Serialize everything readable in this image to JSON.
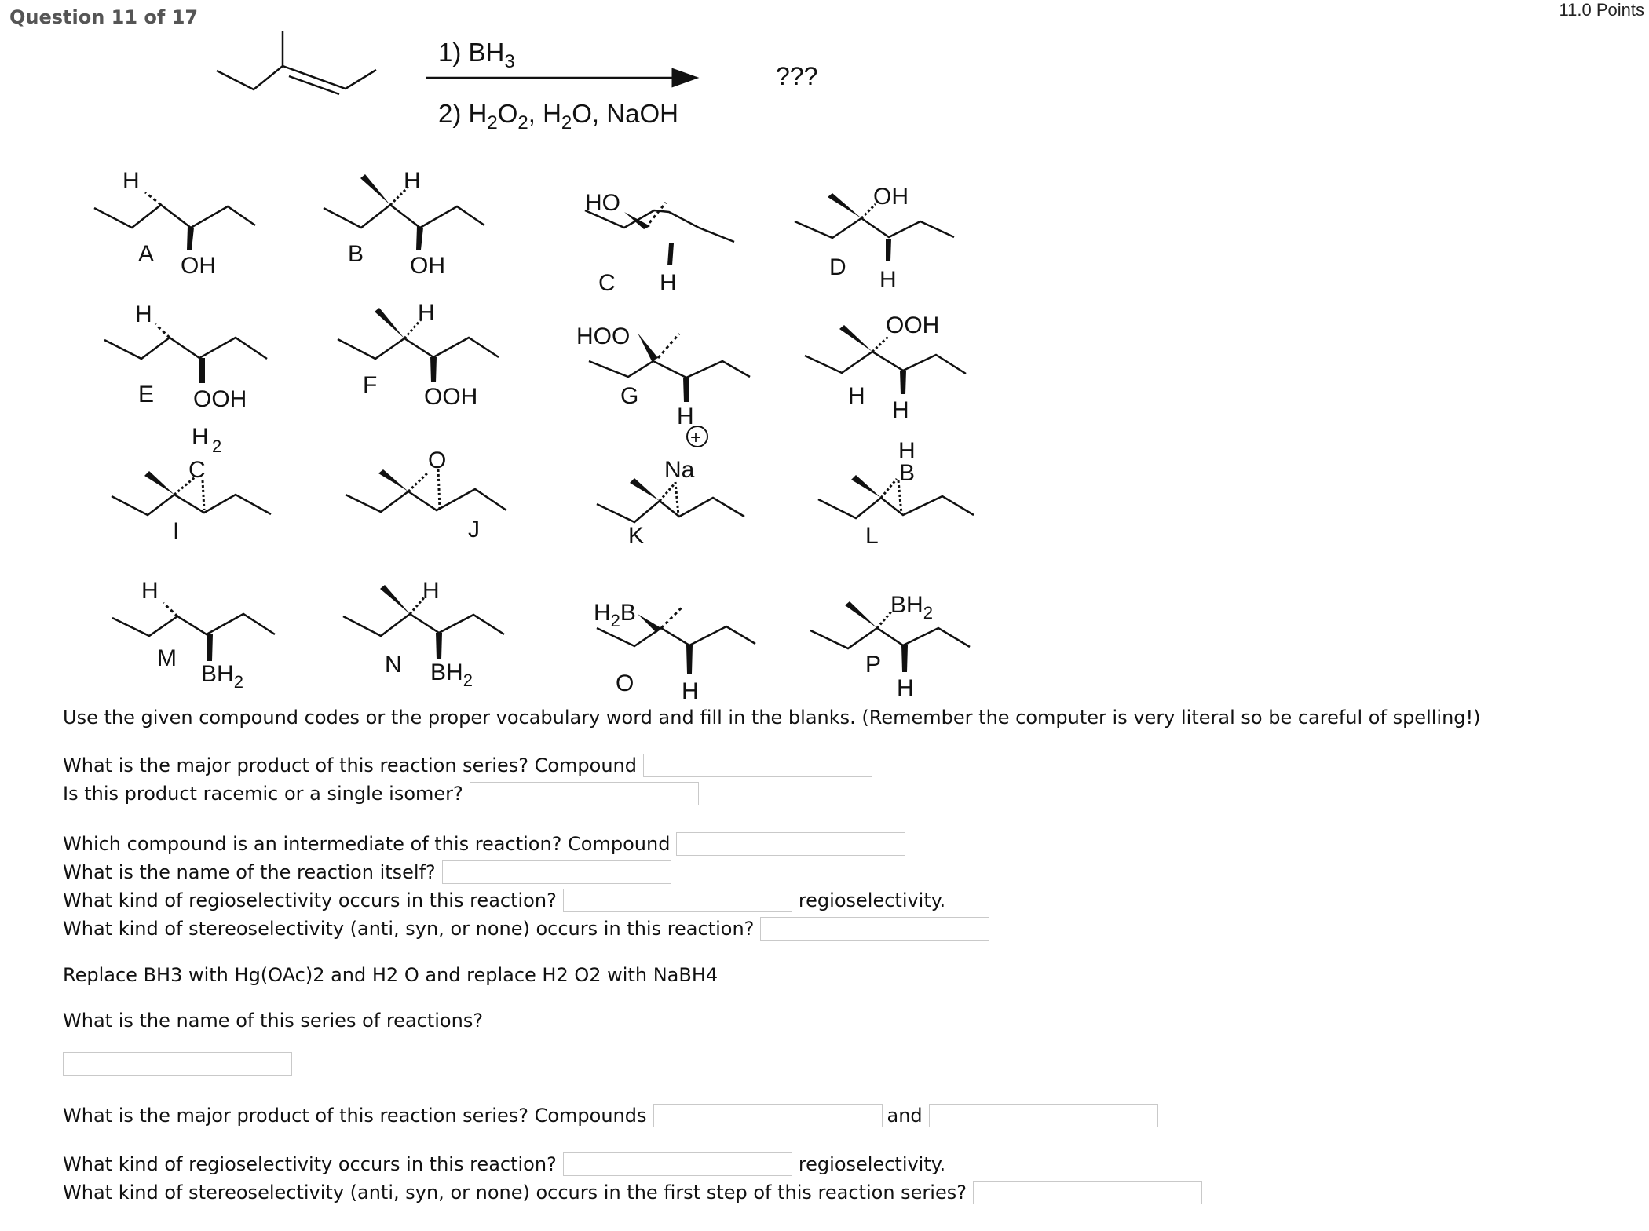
{
  "header": {
    "question": "Question 11 of 17",
    "points": "11.0 Points"
  },
  "reaction": {
    "step1": "1) BH",
    "step1_sub": "3",
    "step2": "2) H",
    "step2_parts": [
      "2",
      "O",
      "2",
      ", H",
      "2",
      "O, NaOH"
    ],
    "product": "???"
  },
  "compounds": [
    {
      "code": "A",
      "groups": [
        "H",
        "OH"
      ]
    },
    {
      "code": "B",
      "groups": [
        "H",
        "OH"
      ]
    },
    {
      "code": "C",
      "groups": [
        "HO",
        "H"
      ]
    },
    {
      "code": "D",
      "groups": [
        "OH",
        "H"
      ]
    },
    {
      "code": "E",
      "groups": [
        "H",
        "OOH"
      ]
    },
    {
      "code": "F",
      "groups": [
        "H",
        "OOH"
      ]
    },
    {
      "code": "G",
      "groups": [
        "HOO",
        "H"
      ]
    },
    {
      "code": "H",
      "groups": [
        "OOH",
        "H"
      ]
    },
    {
      "code": "I",
      "groups": [
        "H",
        "2",
        "C"
      ]
    },
    {
      "code": "J",
      "groups": [
        "O"
      ]
    },
    {
      "code": "K",
      "groups": [
        "Na",
        "+"
      ]
    },
    {
      "code": "L",
      "groups": [
        "H",
        "B"
      ]
    },
    {
      "code": "M",
      "groups": [
        "H",
        "BH",
        "2"
      ]
    },
    {
      "code": "N",
      "groups": [
        "H",
        "BH",
        "2"
      ]
    },
    {
      "code": "O",
      "groups": [
        "H",
        "2",
        "B",
        "H"
      ]
    },
    {
      "code": "P",
      "groups": [
        "BH",
        "2",
        "H"
      ]
    }
  ],
  "instructions": "Use the given compound codes or the proper vocabulary word and fill in the blanks.  (Remember the computer is very literal so be careful of spelling!)",
  "questions": {
    "q1": "What is the major product of this reaction series? Compound",
    "q2": "Is this product racemic or a single isomer?",
    "q3": "Which compound is an intermediate of this reaction? Compound",
    "q4": "What is the name of the reaction itself?",
    "q5": "What kind of regioselectivity occurs in this reaction?",
    "q5_after": "regioselectivity.",
    "q6": "What kind of stereoselectivity (anti, syn, or none) occurs in this reaction?",
    "replace": "Replace BH3 with Hg(OAc)2 and H2 O and replace H2 O2 with NaBH4",
    "q7": "What is the name of this series of reactions?",
    "q8": "What is the major product of this reaction series? Compounds",
    "q8_and": "and",
    "q9": "What kind of regioselectivity occurs in this reaction?",
    "q9_after": "regioselectivity.",
    "q10": "What kind of stereoselectivity (anti, syn, or none) occurs in the first step of this reaction series?"
  }
}
